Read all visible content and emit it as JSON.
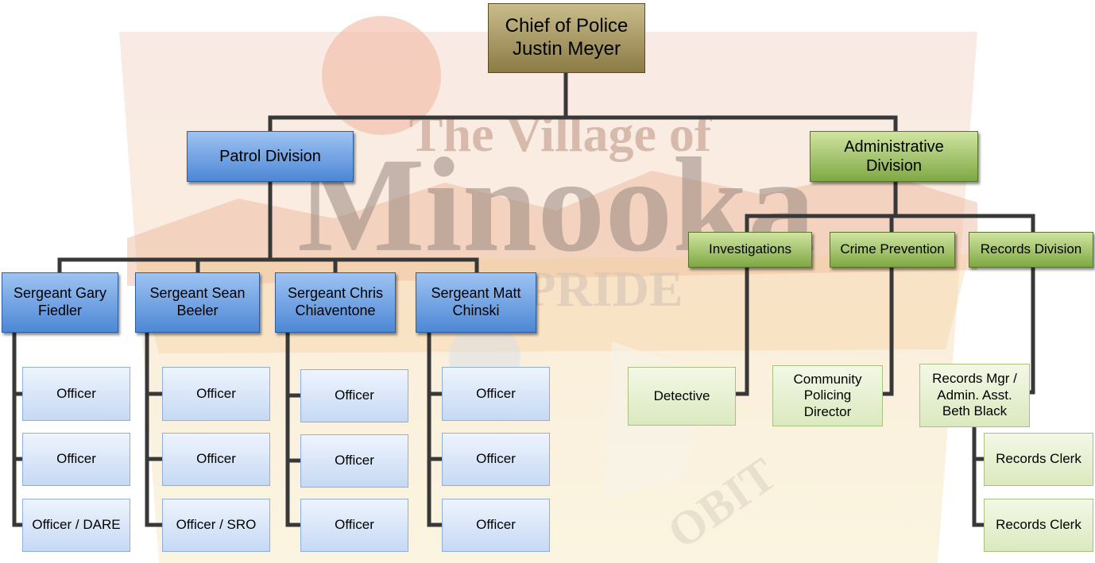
{
  "watermark": {
    "line1": "The Village of",
    "line2": "Minooka",
    "line3": "PRIDE",
    "line4": "OBIT"
  },
  "chart_data": {
    "type": "org-chart",
    "root": "Chief of Police Justin Meyer"
  },
  "chief": {
    "text": "Chief of Police\nJustin Meyer"
  },
  "patrol": {
    "title": "Patrol Division",
    "sergeants": [
      {
        "text": "Sergeant Gary\nFiedler",
        "officers": [
          "Officer",
          "Officer",
          "Officer / DARE"
        ]
      },
      {
        "text": "Sergeant Sean\nBeeler",
        "officers": [
          "Officer",
          "Officer",
          "Officer / SRO"
        ]
      },
      {
        "text": "Sergeant Chris\nChiaventone",
        "officers": [
          "Officer",
          "Officer",
          "Officer"
        ]
      },
      {
        "text": "Sergeant Matt\nChinski",
        "officers": [
          "Officer",
          "Officer",
          "Officer"
        ]
      }
    ]
  },
  "admin": {
    "title": "Administrative\nDivision",
    "units": [
      {
        "text": "Investigations",
        "child": "Detective"
      },
      {
        "text": "Crime Prevention",
        "child": "Community\nPolicing\nDirector"
      },
      {
        "text": "Records Division",
        "child": "Records Mgr /\nAdmin. Asst.\nBeth Black",
        "clerks": [
          "Records Clerk",
          "Records Clerk"
        ]
      }
    ]
  },
  "colors": {
    "line": "#383838",
    "blue": "#4d87d6",
    "green": "#7fa844",
    "gold": "#8b7b45"
  }
}
